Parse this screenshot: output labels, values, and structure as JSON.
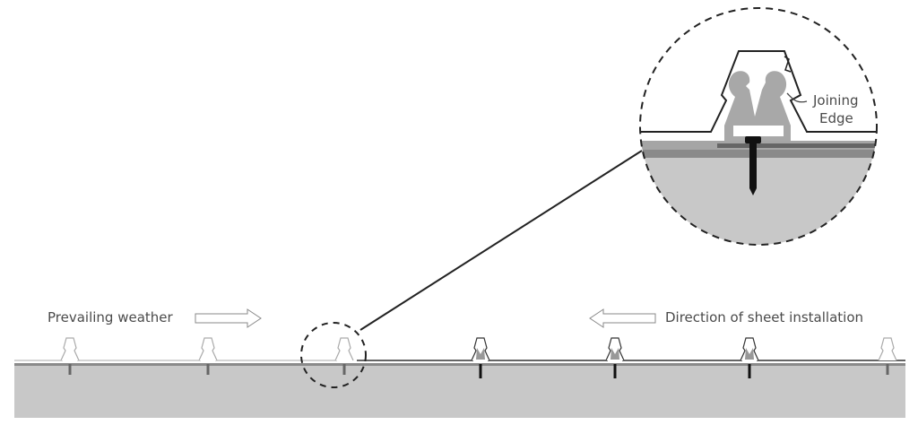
{
  "labels": {
    "prevailing_weather": "Prevailing weather",
    "direction_of_installation": "Direction of sheet installation",
    "joining_edge_line1": "Joining",
    "joining_edge_line2": "Edge"
  },
  "colors": {
    "substrate": "#c8c8c8",
    "substrate_dark": "#8a8a8a",
    "clip": "#a8a8a8",
    "outline": "#222222",
    "faint": "#999999"
  }
}
